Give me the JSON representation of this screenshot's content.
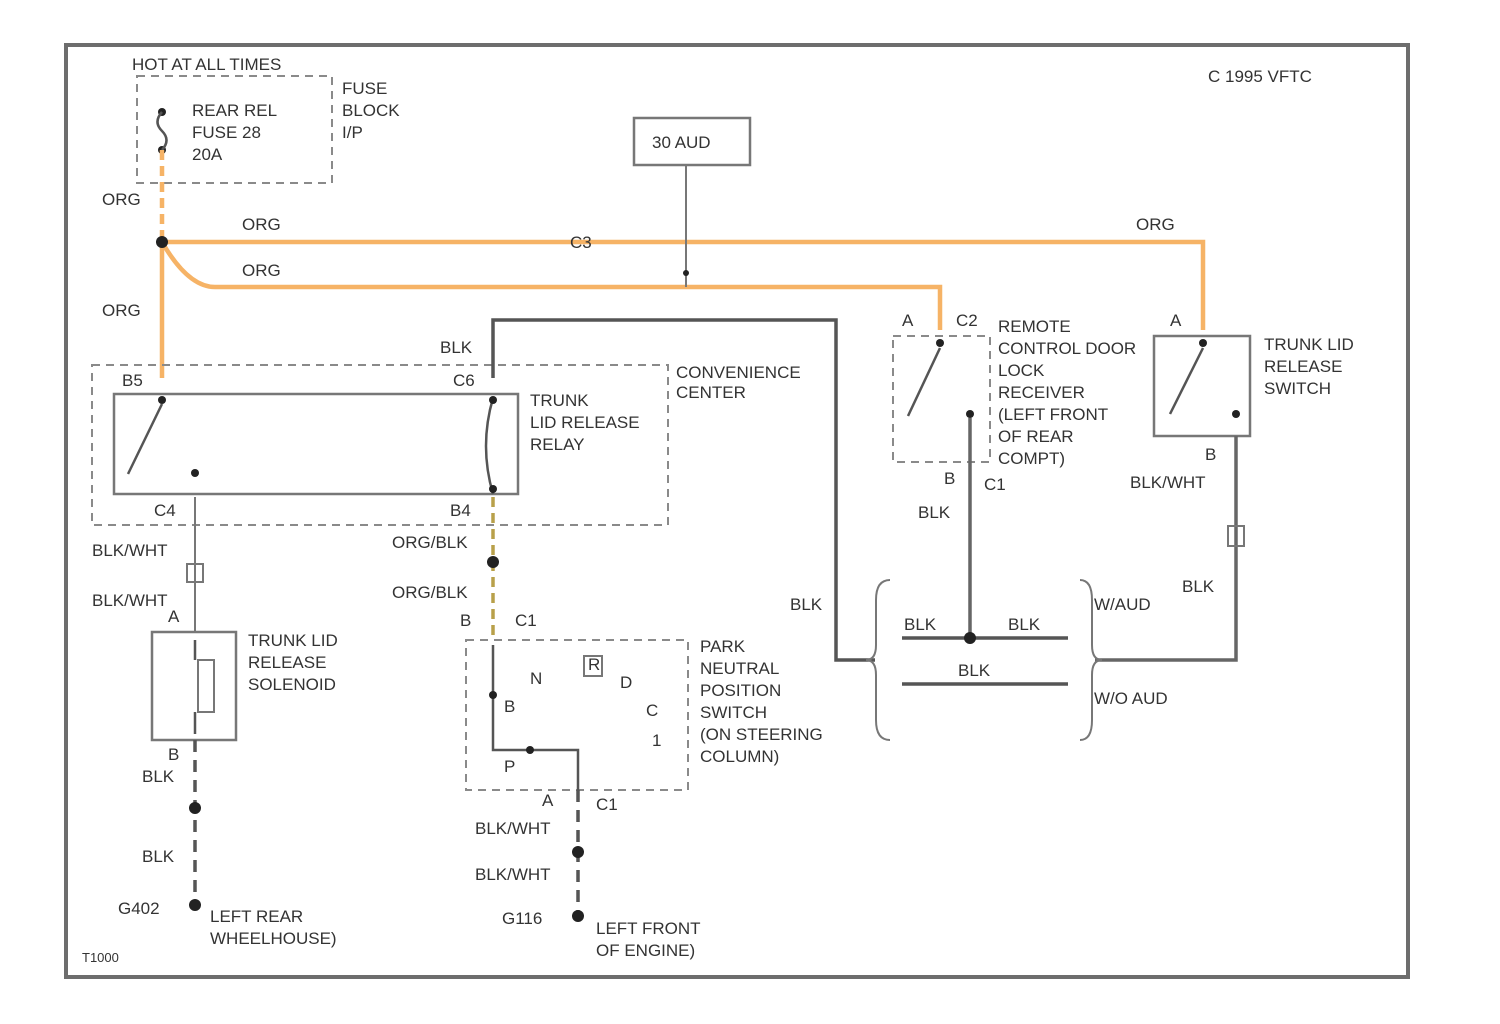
{
  "diagram": {
    "copyright": "C 1995 VFTC",
    "figure_id": "T1000",
    "fuse_block": {
      "header": "HOT AT ALL TIMES",
      "fuse_line1": "REAR REL",
      "fuse_line2": "FUSE 28",
      "fuse_line3": "20A",
      "block_line1": "FUSE",
      "block_line2": "BLOCK",
      "block_line3": "I/P"
    },
    "aux_box": "30 AUD",
    "wires": {
      "org_top": "ORG",
      "org_mid1": "ORG",
      "org_mid2": "ORG",
      "org_right": "ORG",
      "org_left": "ORG",
      "c3_marker": "C3",
      "blk_top": "BLK",
      "blk_wht_1": "BLK/WHT",
      "blk_wht_2": "BLK/WHT",
      "blk_3": "BLK",
      "blk_4": "BLK",
      "org_blk_1": "ORG/BLK",
      "org_blk_2": "ORG/BLK",
      "blk_wht_3": "BLK/WHT",
      "blk_wht_4": "BLK/WHT",
      "blk_center": "BLK",
      "blk_recv": "BLK",
      "blk_wht_right": "BLK/WHT",
      "blk_right": "BLK",
      "splice_blk1": "BLK",
      "splice_blk2": "BLK",
      "splice_blk3": "BLK"
    },
    "convenience_center": {
      "line1": "CONVENIENCE",
      "line2": "CENTER",
      "pin_b5": "B5",
      "pin_c6": "C6",
      "pin_c4": "C4",
      "pin_b4": "B4"
    },
    "relay": {
      "line1": "TRUNK",
      "line2": "LID RELEASE",
      "line3": "RELAY"
    },
    "receiver": {
      "line1": "REMOTE",
      "line2": "CONTROL DOOR",
      "line3": "LOCK",
      "line4": "RECEIVER",
      "line5": "(LEFT FRONT",
      "line6": "OF REAR",
      "line7": "COMPT)",
      "pin_a": "A",
      "conn_c2": "C2",
      "pin_b": "B",
      "conn_c1": "C1"
    },
    "trunk_switch": {
      "line1": "TRUNK LID",
      "line2": "RELEASE",
      "line3": "SWITCH",
      "pin_a": "A",
      "pin_b": "B"
    },
    "solenoid": {
      "line1": "TRUNK LID",
      "line2": "RELEASE",
      "line3": "SOLENOID",
      "pin_a": "A",
      "pin_b": "B"
    },
    "pnp_switch": {
      "line1": "PARK",
      "line2": "NEUTRAL",
      "line3": "POSITION",
      "line4": "SWITCH",
      "line5": "(ON STEERING",
      "line6": "COLUMN)",
      "pin_b": "B",
      "conn_c1_top": "C1",
      "pin_a": "A",
      "conn_c1_bot": "C1",
      "pos_n": "N",
      "pos_d": "D",
      "pos_c": "C",
      "pos_b": "B",
      "pos_p": "P",
      "pos_r": "R",
      "pos_1": "1"
    },
    "grounds": {
      "left_id": "G402",
      "left_line1": "LEFT REAR",
      "left_line2": "WHEELHOUSE)",
      "mid_id": "G116",
      "mid_line1": "LEFT FRONT",
      "mid_line2": "OF ENGINE)"
    },
    "splice": {
      "top_label": "W/AUD",
      "bottom_label": "W/O AUD"
    }
  }
}
